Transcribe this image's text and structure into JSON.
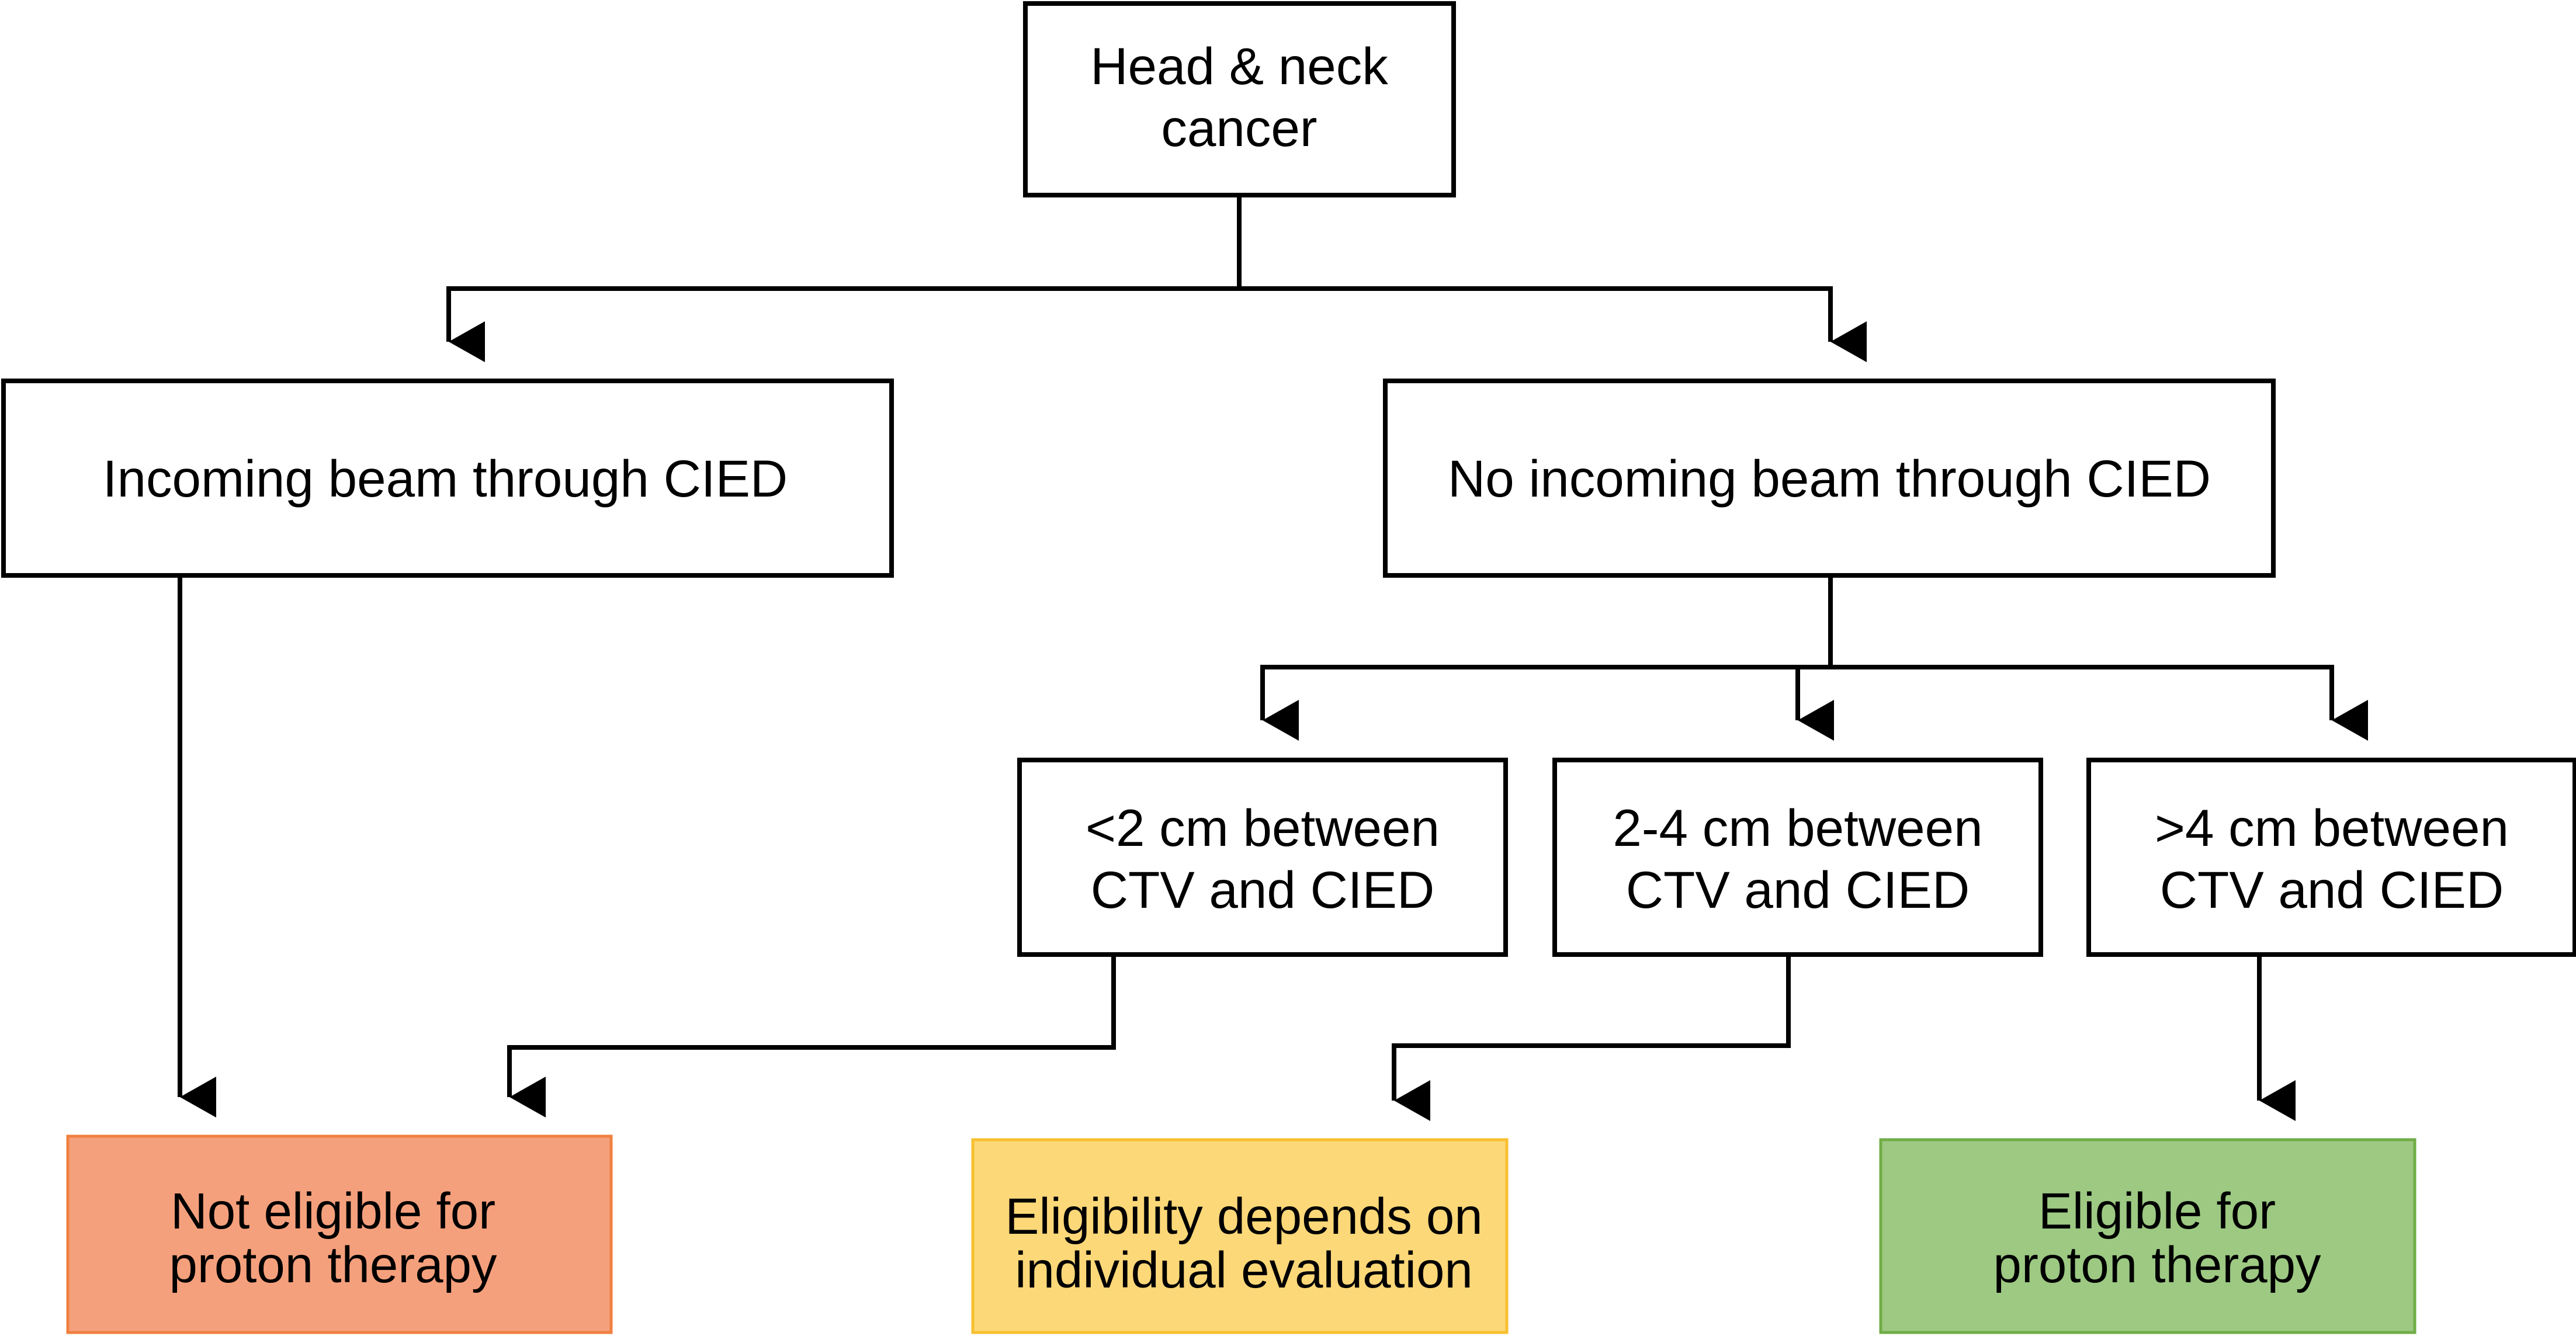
{
  "diagram": {
    "nodes": {
      "root": {
        "lines": [
          "Head & neck",
          "cancer"
        ]
      },
      "beam_through": {
        "lines": [
          "Incoming beam through CIED"
        ]
      },
      "no_beam_through": {
        "lines": [
          "No incoming beam through CIED"
        ]
      },
      "lt2": {
        "lines": [
          "<2 cm between",
          "CTV and CIED"
        ]
      },
      "mid": {
        "lines": [
          "2-4 cm between",
          "CTV and CIED"
        ]
      },
      "gt4": {
        "lines": [
          ">4 cm between",
          "CTV and CIED"
        ]
      },
      "not_eligible": {
        "lines": [
          "Not eligible for",
          "proton therapy"
        ]
      },
      "depends": {
        "lines": [
          "Eligibility depends on",
          "individual evaluation"
        ]
      },
      "eligible": {
        "lines": [
          "Eligible for",
          "proton therapy"
        ]
      }
    },
    "colors": {
      "outcome_not_eligible": "#f5a07c",
      "outcome_depends": "#fdd878",
      "outcome_eligible": "#9dc983",
      "outcome_not_eligible_border": "#f08040",
      "outcome_depends_border": "#f8c030",
      "outcome_eligible_border": "#70ad47",
      "decision_fill": "#ffffff",
      "decision_border": "#000000"
    }
  }
}
